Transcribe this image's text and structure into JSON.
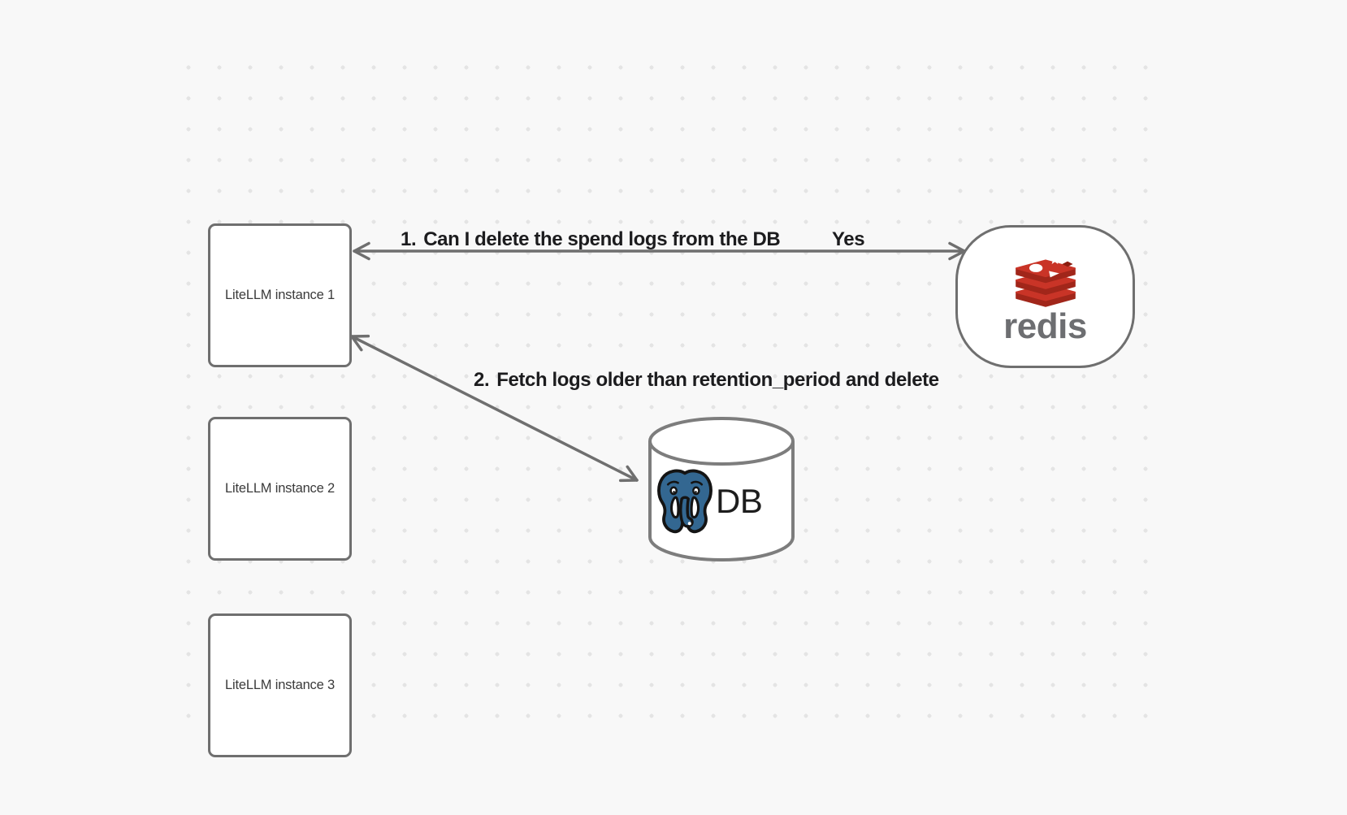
{
  "canvas": {
    "background_color": "#f8f8f8",
    "dot_color": "#e4e4e4",
    "stroke_color": "#6f6f6f"
  },
  "nodes": {
    "instances": [
      {
        "label": "LiteLLM instance 1"
      },
      {
        "label": "LiteLLM instance 2"
      },
      {
        "label": "LiteLLM instance 3"
      }
    ],
    "redis": {
      "label": "redis",
      "icon": "redis-stack-logo",
      "brand_red": "#c93427",
      "brand_red_dark": "#a1261a",
      "wordmark_color": "#6d6e71"
    },
    "db": {
      "label": "DB",
      "icon": "postgresql-elephant-logo",
      "postgres_blue": "#336791"
    }
  },
  "edges": [
    {
      "number": "1.",
      "text": "Can I delete the spend logs from the DB",
      "response": "Yes",
      "from": "LiteLLM instance 1",
      "to": "redis"
    },
    {
      "number": "2.",
      "text": "Fetch logs older than retention_period and delete",
      "from": "LiteLLM instance 1",
      "to": "DB"
    }
  ]
}
